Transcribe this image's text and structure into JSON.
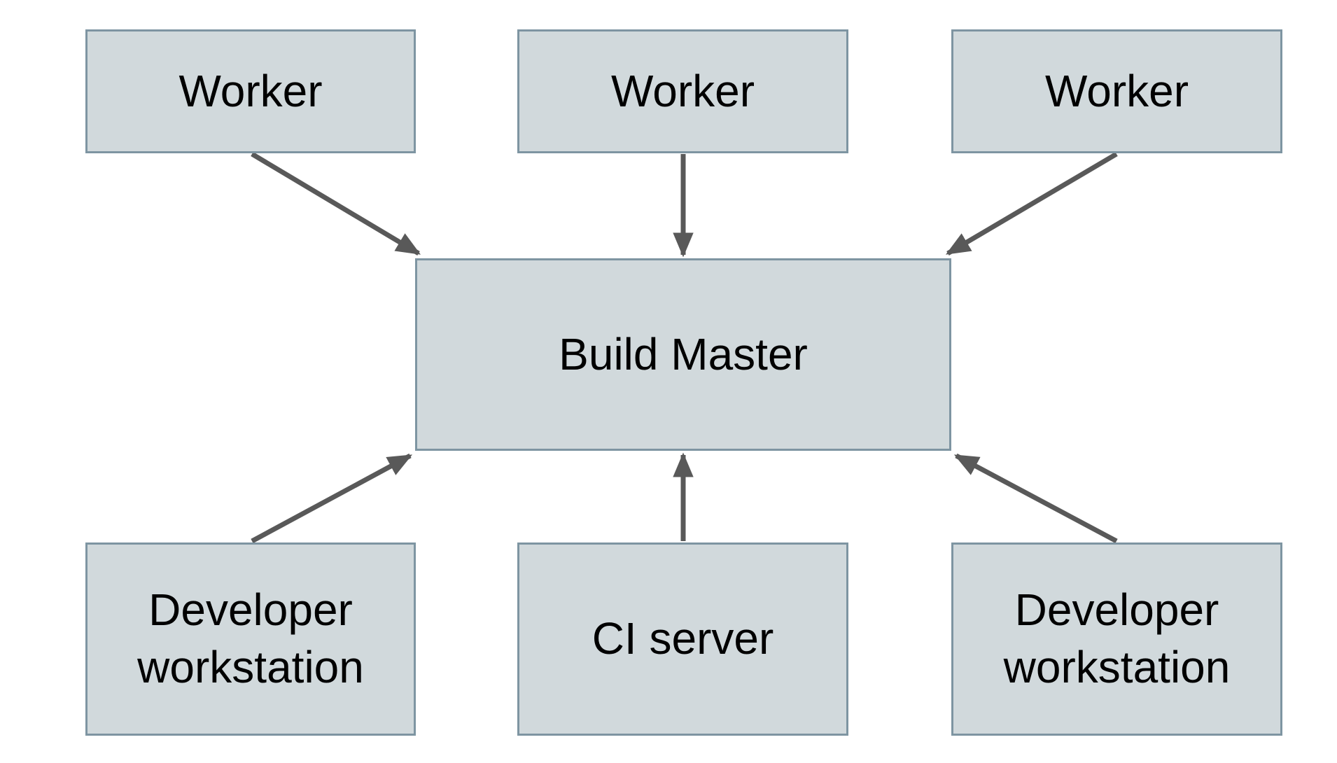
{
  "diagram": {
    "nodes": [
      {
        "id": "worker-1",
        "label": "Worker"
      },
      {
        "id": "worker-2",
        "label": "Worker"
      },
      {
        "id": "worker-3",
        "label": "Worker"
      },
      {
        "id": "build-master",
        "label": "Build Master"
      },
      {
        "id": "developer-workstation-left",
        "label": "Developer workstation"
      },
      {
        "id": "ci-server",
        "label": "CI server"
      },
      {
        "id": "developer-workstation-right",
        "label": "Developer workstation"
      }
    ],
    "edges": [
      {
        "from": "worker-1",
        "to": "build-master",
        "direction": "down-right"
      },
      {
        "from": "worker-2",
        "to": "build-master",
        "direction": "down"
      },
      {
        "from": "worker-3",
        "to": "build-master",
        "direction": "down-left"
      },
      {
        "from": "developer-workstation-left",
        "to": "build-master",
        "direction": "up-right"
      },
      {
        "from": "ci-server",
        "to": "build-master",
        "direction": "up"
      },
      {
        "from": "developer-workstation-right",
        "to": "build-master",
        "direction": "up-left"
      }
    ],
    "colors": {
      "node_fill": "#d1d9dc",
      "node_border": "#7e95a2",
      "arrow": "#595959",
      "text": "#000000",
      "background": "#ffffff"
    }
  }
}
